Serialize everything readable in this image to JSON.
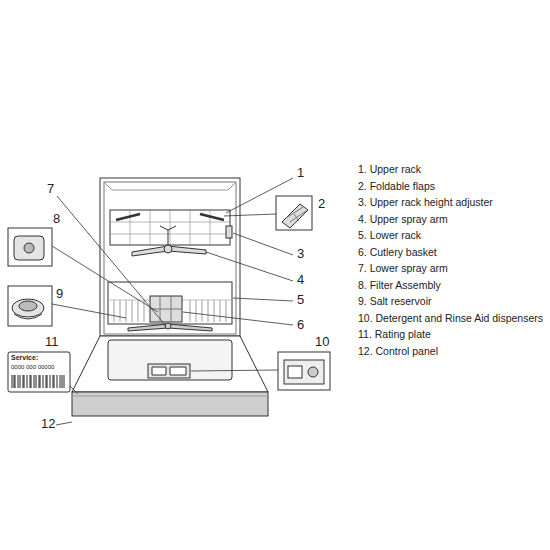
{
  "diagram": {
    "labels": [
      "1",
      "2",
      "3",
      "4",
      "5",
      "6",
      "7",
      "8",
      "9",
      "10",
      "11",
      "12",
      "1. Upper rack",
      "2. Foldable flaps",
      "3. Upper rack height adjuster",
      "4. Upper spray arm",
      "5. Lower rack",
      "6. Cutlery basket",
      "7. Lower spray arm",
      "8. Filter Assembly",
      "9. Salt reservoir",
      "10. Detergent and Rinse Aid dispensers",
      "11. Rating plate",
      "12. Control panel",
      "Service:",
      "0000 000 00000"
    ]
  }
}
